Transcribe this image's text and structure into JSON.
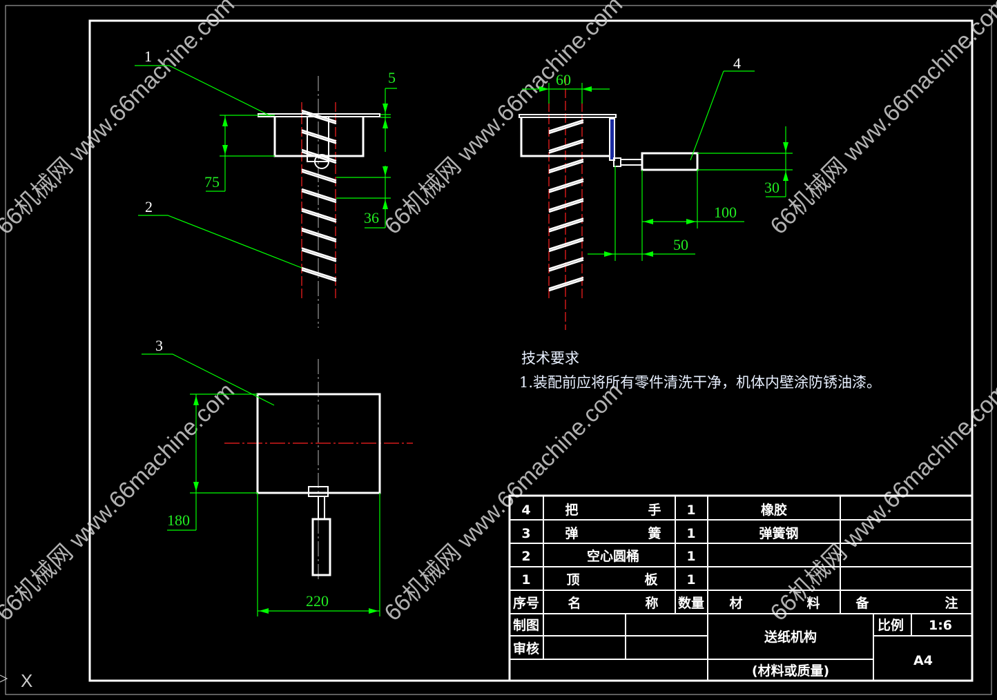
{
  "watermark": "66机械网 www.66machine.com",
  "tech_requirements": {
    "title": "技术要求",
    "items": [
      "1.装配前应将所有零件清洗干净，机体内壁涂防锈油漆。"
    ]
  },
  "callouts": [
    "1",
    "2",
    "3",
    "4"
  ],
  "dimensions": {
    "d5": "5",
    "d75": "75",
    "d36": "36",
    "d60": "60",
    "d30": "30",
    "d100": "100",
    "d50": "50",
    "d180": "180",
    "d220": "220"
  },
  "bom": {
    "rows": [
      {
        "no": "4",
        "name_a": "把",
        "name_b": "手",
        "qty": "1",
        "material": "橡胶",
        "note": ""
      },
      {
        "no": "3",
        "name_a": "弹",
        "name_b": "簧",
        "qty": "1",
        "material": "弹簧钢",
        "note": ""
      },
      {
        "no": "2",
        "name_a": "空心圆桶",
        "name_b": "",
        "qty": "1",
        "material": "",
        "note": ""
      },
      {
        "no": "1",
        "name_a": "顶",
        "name_b": "板",
        "qty": "1",
        "material": "",
        "note": ""
      }
    ],
    "header": {
      "no": "序号",
      "name_a": "名",
      "name_b": "称",
      "qty": "数量",
      "mat_a": "材",
      "mat_b": "料",
      "note_a": "备",
      "note_b": "注"
    }
  },
  "title_block": {
    "drawn_by_label": "制图",
    "checked_by_label": "审核",
    "drawing_title": "送纸机构",
    "material_mass": "(材料或质量)",
    "scale_label": "比例",
    "scale": "1:6",
    "sheet_size": "A4"
  },
  "ucs": {
    "x_label": "X"
  },
  "colors": {
    "background": "#000000",
    "geometry": "#ffffff",
    "dimension": "#00ff00",
    "centerline": "#ff2020"
  }
}
